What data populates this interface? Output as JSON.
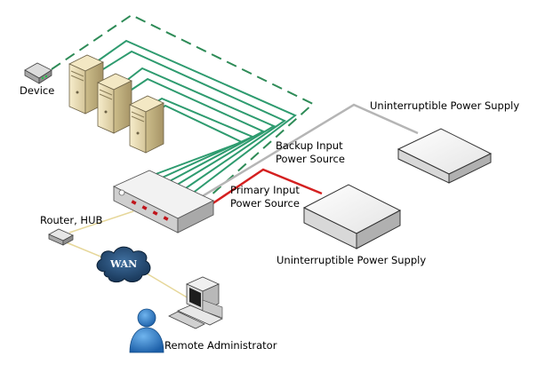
{
  "labels": {
    "device": "Device",
    "ups_top": "Uninterruptible Power Supply",
    "backup_line1": "Backup Input",
    "backup_line2": "Power Source",
    "primary_line1": "Primary Input",
    "primary_line2": "Power Source",
    "ups_bottom": "Uninterruptible Power Supply",
    "router_hub": "Router, HUB",
    "wan": "WAN",
    "remote_admin": "Remote Administrator"
  },
  "colors": {
    "server_link": "#2e9b6f",
    "device_link_dashed": "#2e8b57",
    "backup_power": "#b5b5b5",
    "primary_power": "#d42020",
    "network_link": "#e6d79a",
    "wan_cloud": "#1a3f66",
    "admin_person": "#1f6fb8"
  }
}
